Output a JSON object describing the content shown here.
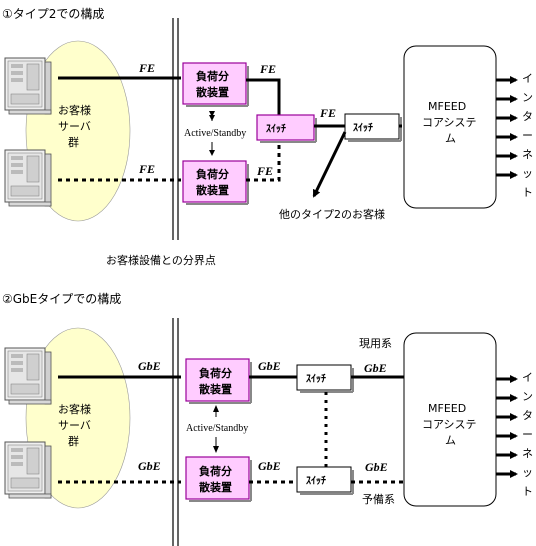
{
  "section1": {
    "title": "①タイプ2での構成",
    "customer_group": [
      "お客様",
      "サーバ",
      "群"
    ],
    "link_top": "FE",
    "link_bottom": "FE",
    "lb_top": [
      "負荷分",
      "散装置"
    ],
    "lb_bottom": [
      "負荷分",
      "散装置"
    ],
    "lb_mode": "Active/Standby",
    "fe_lb_to_switch_top": "FE",
    "fe_lb_to_switch_bottom": "FE",
    "fe_switch_to_switch": "FE",
    "switch_pink": "ｽｲｯﾁ",
    "switch_white": "ｽｲｯﾁ",
    "other_customers": "他のタイプ2のお客様",
    "core": [
      "MFEED",
      "コアシステ",
      "ム"
    ],
    "boundary": "お客様設備との分界点",
    "internet": "インターネット"
  },
  "section2": {
    "title": "②GbEタイプでの構成",
    "customer_group": [
      "お客様",
      "サーバ",
      "群"
    ],
    "link_top": "GbE",
    "link_bottom": "GbE",
    "lb_top": [
      "負荷分",
      "散装置"
    ],
    "lb_bottom": [
      "負荷分",
      "散装置"
    ],
    "lb_mode": "Active/Standby",
    "gbe_lb_to_switch_top": "GbE",
    "gbe_lb_to_switch_bottom": "GbE",
    "gbe_switch_to_core_top": "GbE",
    "gbe_switch_to_core_bottom": "GbE",
    "switch_top": "ｽｲｯﾁ",
    "switch_bottom": "ｽｲｯﾁ",
    "active_label": "現用系",
    "standby_label": "予備系",
    "core": [
      "MFEED",
      "コアシステ",
      "ム"
    ],
    "internet": "インターネット"
  },
  "colors": {
    "ellipse": "#ffffcc",
    "pink": "#ffccff",
    "pink_border": "#990099"
  }
}
